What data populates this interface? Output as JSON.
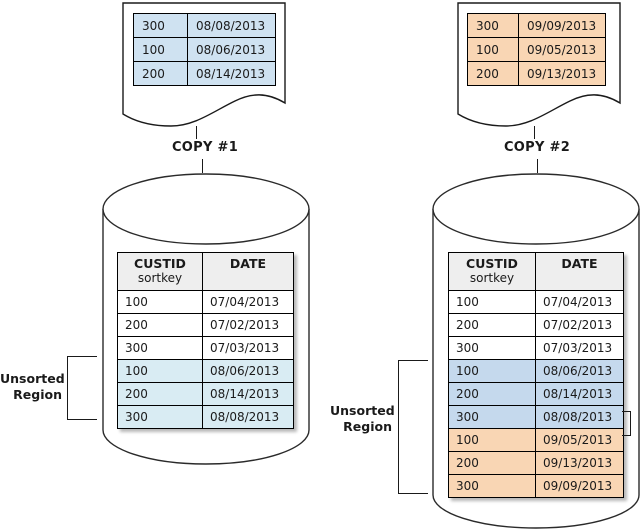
{
  "colors": {
    "copy1_fill": "#cfe2f1",
    "copy2_fill": "#f9d6b4",
    "unsorted_light_blue": "#d9ecf3",
    "unsorted_blue": "#c5d9ed",
    "unsorted_orange": "#f9d6b4",
    "header_fill": "#eeeeee"
  },
  "copy1": {
    "label": "COPY #1",
    "rows": [
      {
        "custid": "300",
        "date": "08/08/2013"
      },
      {
        "custid": "100",
        "date": "08/06/2013"
      },
      {
        "custid": "200",
        "date": "08/14/2013"
      }
    ]
  },
  "copy2": {
    "label": "COPY #2",
    "rows": [
      {
        "custid": "300",
        "date": "09/09/2013"
      },
      {
        "custid": "100",
        "date": "09/05/2013"
      },
      {
        "custid": "200",
        "date": "09/13/2013"
      }
    ]
  },
  "left_cylinder": {
    "header": {
      "custid": "CUSTID",
      "sortkey": "sortkey",
      "date": "DATE"
    },
    "rows": [
      {
        "custid": "100",
        "date": "07/04/2013"
      },
      {
        "custid": "200",
        "date": "07/02/2013"
      },
      {
        "custid": "300",
        "date": "07/03/2013"
      },
      {
        "custid": "100",
        "date": "08/06/2013"
      },
      {
        "custid": "200",
        "date": "08/14/2013"
      },
      {
        "custid": "300",
        "date": "08/08/2013"
      }
    ],
    "unsorted_label_line1": "Unsorted",
    "unsorted_label_line2": "Region"
  },
  "right_cylinder": {
    "header": {
      "custid": "CUSTID",
      "sortkey": "sortkey",
      "date": "DATE"
    },
    "rows": [
      {
        "custid": "100",
        "date": "07/04/2013"
      },
      {
        "custid": "200",
        "date": "07/02/2013"
      },
      {
        "custid": "300",
        "date": "07/03/2013"
      },
      {
        "custid": "100",
        "date": "08/06/2013"
      },
      {
        "custid": "200",
        "date": "08/14/2013"
      },
      {
        "custid": "300",
        "date": "08/08/2013"
      },
      {
        "custid": "100",
        "date": "09/05/2013"
      },
      {
        "custid": "200",
        "date": "09/13/2013"
      },
      {
        "custid": "300",
        "date": "09/09/2013"
      }
    ],
    "unsorted_label_line1": "Unsorted",
    "unsorted_label_line2": "Region"
  }
}
